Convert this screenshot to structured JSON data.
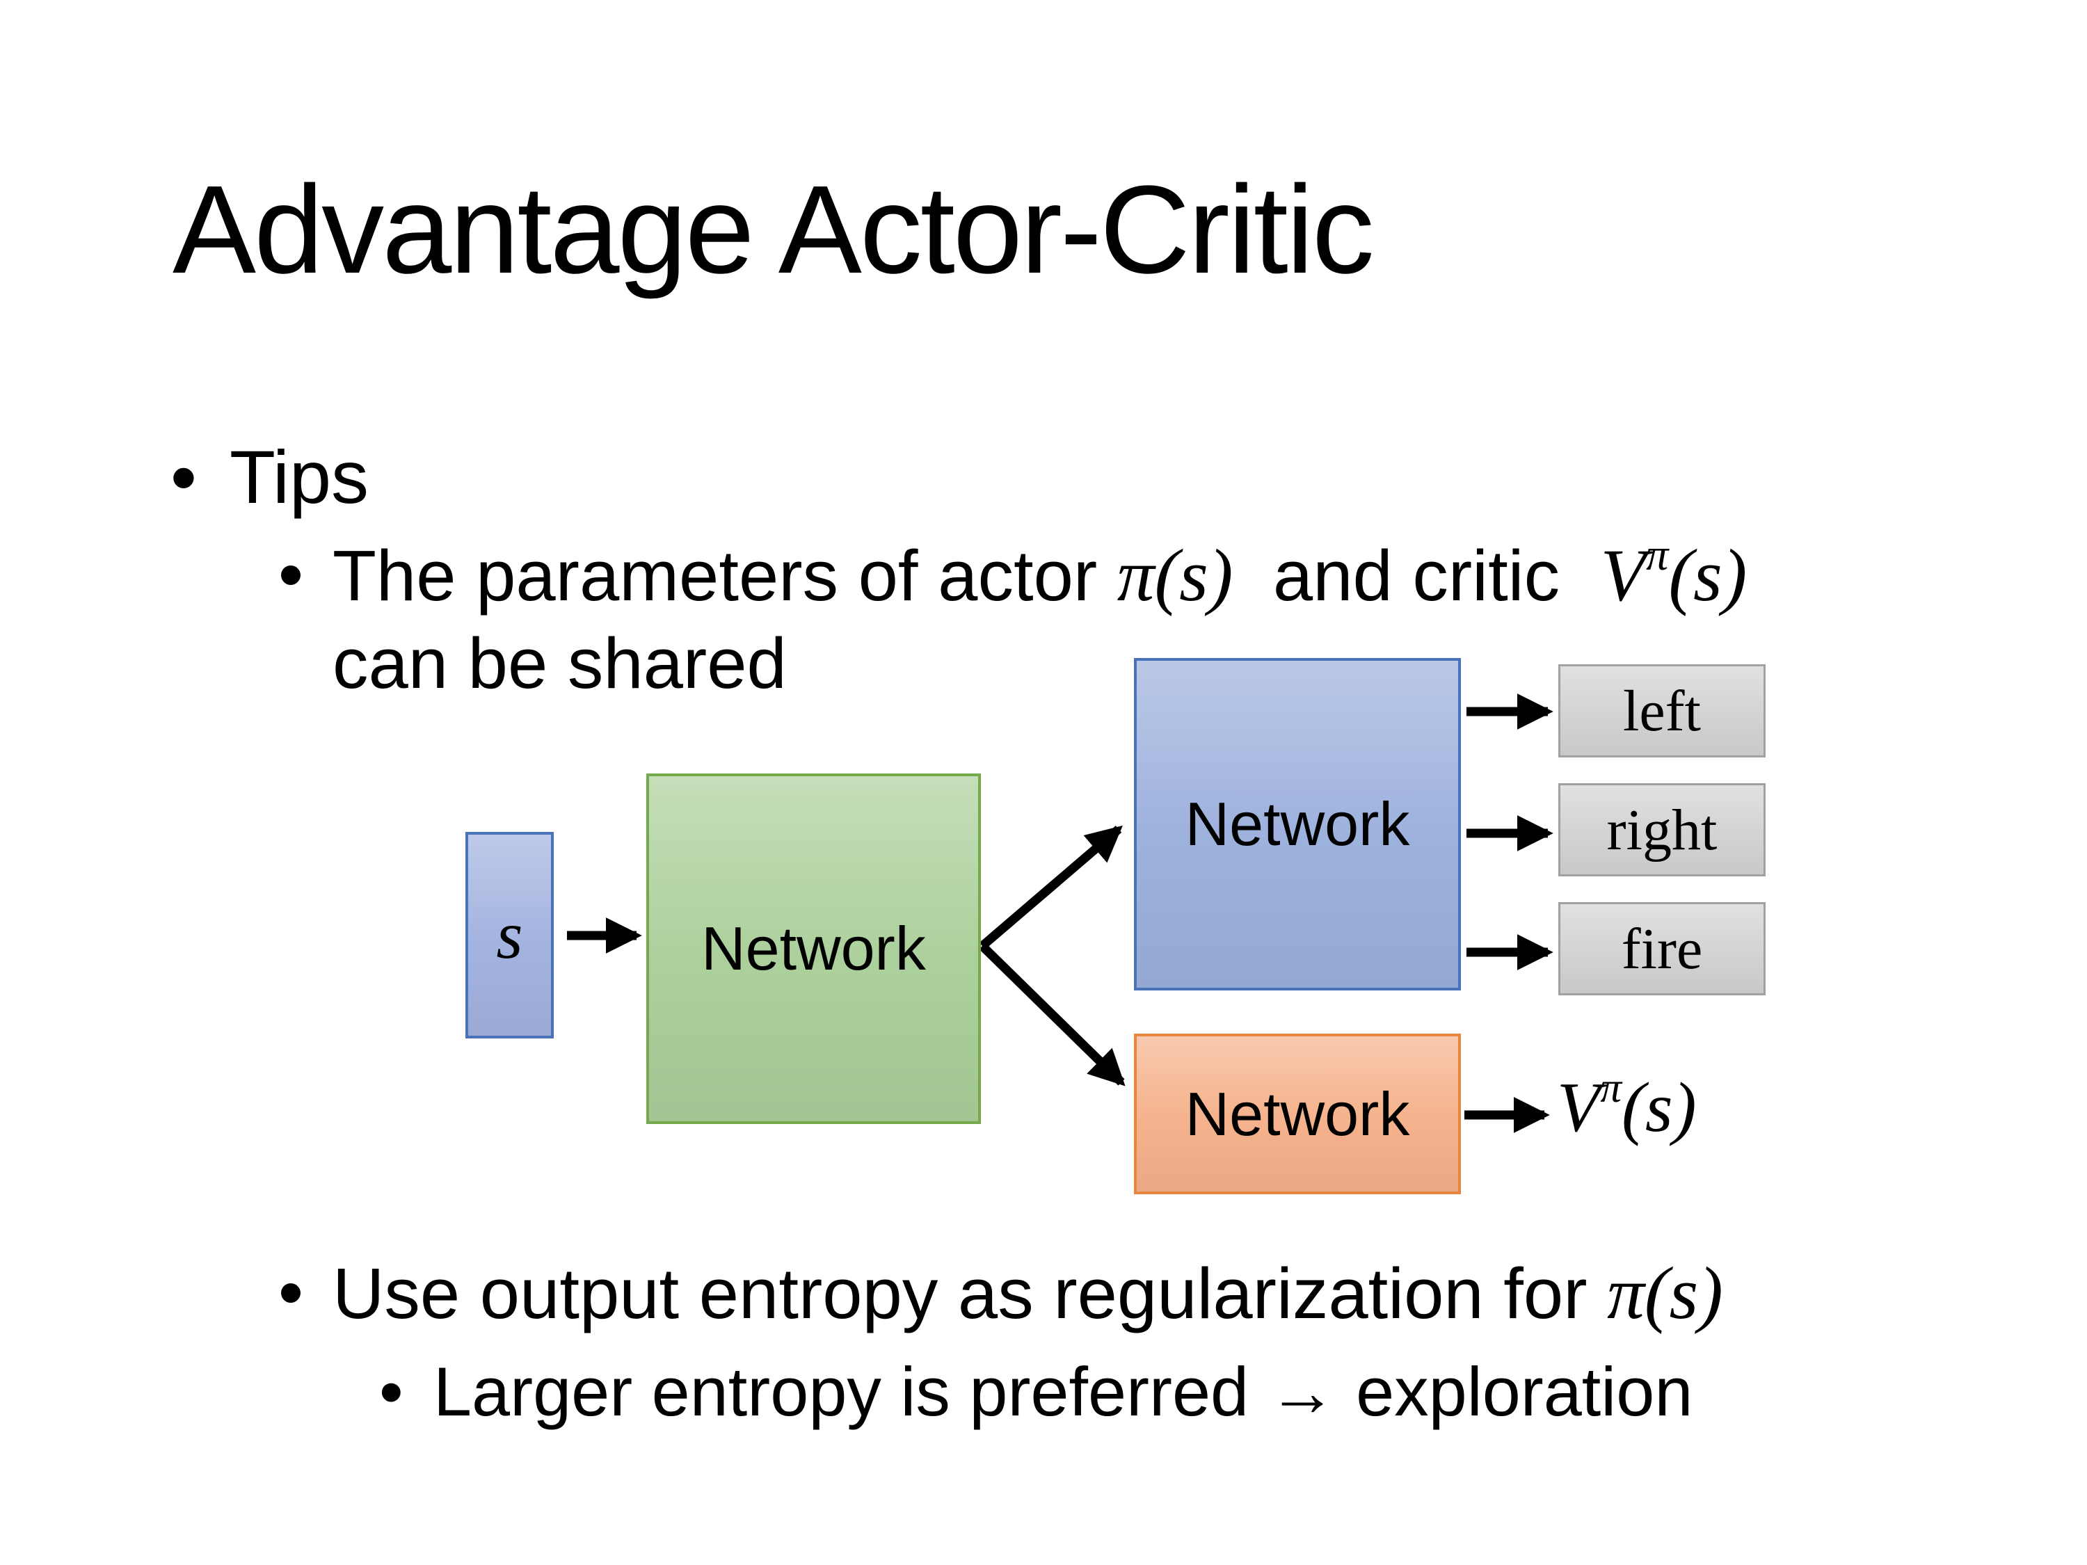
{
  "slide": {
    "title": "Advantage Actor-Critic",
    "bullets": {
      "glyph": "•",
      "tips": "Tips",
      "shared_text1": "The parameters of actor ",
      "shared_math_actor": "π(s)",
      "shared_text2": " and critic ",
      "shared_math_critic_base": "V",
      "shared_math_critic_sup": "π",
      "shared_math_critic_args": "(s)",
      "shared_line2": "can be shared",
      "entropy_text1": "Use output entropy as regularization for ",
      "entropy_math": "π(s)",
      "entropy_sub": "Larger entropy is preferred → exploration"
    },
    "diagram": {
      "state_label": "s",
      "shared_network_label": "Network",
      "actor_network_label": "Network",
      "critic_network_label": "Network",
      "action_labels": [
        "left",
        "right",
        "fire"
      ],
      "value_base": "V",
      "value_sup": "π",
      "value_args": "(s)",
      "colors": {
        "state_fill": "#a3b3e0",
        "state_border": "#4a72b8",
        "shared_fill": "#abd09b",
        "shared_border": "#74aa4c",
        "actor_fill": "#9db1dd",
        "actor_border": "#4a72b8",
        "critic_fill": "#f5b28c",
        "critic_border": "#e8863f",
        "action_fill": "#d2d4d3",
        "action_border": "#9fa1a3",
        "arrow": "#000000"
      }
    }
  }
}
